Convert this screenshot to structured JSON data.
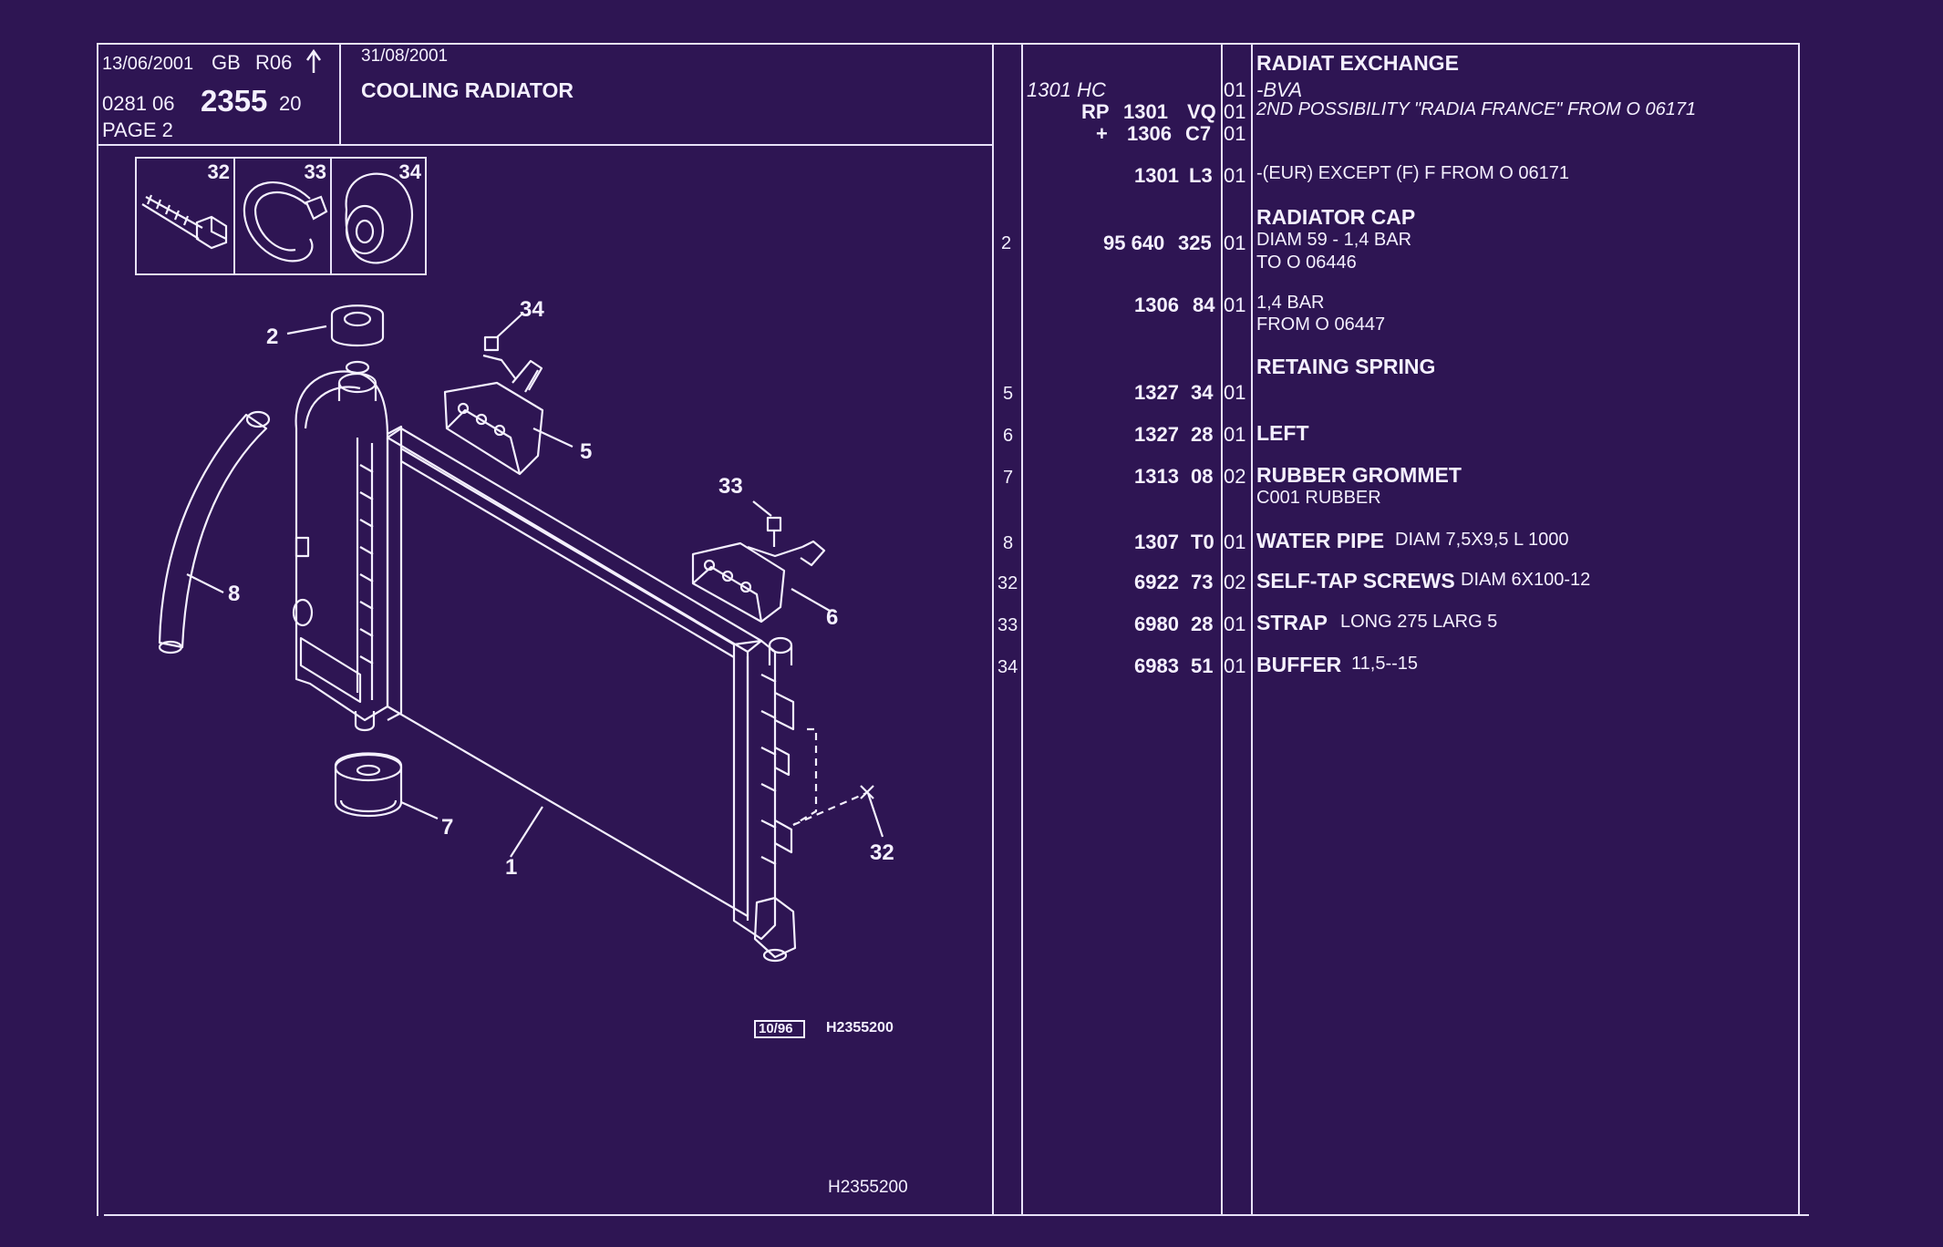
{
  "header": {
    "edition_date": "13/06/2001",
    "lang_code": "GB",
    "revision": "R06",
    "arrow_icon": "up-arrow-icon",
    "update_date": "31/08/2001",
    "catalog_prefix": "0281 06",
    "group_number": "2355",
    "group_suffix": "20",
    "page_label": "PAGE 2",
    "section_title": "COOLING RADIATOR"
  },
  "inset_parts": [
    {
      "label": "32",
      "icon": "screw-icon"
    },
    {
      "label": "33",
      "icon": "strap-icon"
    },
    {
      "label": "34",
      "icon": "buffer-icon"
    }
  ],
  "diagram": {
    "callouts": [
      "1",
      "2",
      "5",
      "6",
      "7",
      "8",
      "32",
      "33",
      "34"
    ],
    "date_box": "10/96",
    "ref_code": "H2355200",
    "footer_ref": "H2355200"
  },
  "rows": [
    {
      "ref": "",
      "prefix": "",
      "part": "",
      "sub": "",
      "qty": "",
      "heading": "RADIAT EXCHANGE",
      "desc": ""
    },
    {
      "ref": "",
      "prefix": "",
      "part": "1301 HC",
      "sub": "",
      "qty": "01",
      "heading": "",
      "desc": "-BVA"
    },
    {
      "ref": "",
      "prefix": "RP",
      "part": "1301",
      "sub": "VQ",
      "qty": "01",
      "heading": "",
      "desc": "2ND POSSIBILITY \"RADIA FRANCE\" FROM O 06171"
    },
    {
      "ref": "",
      "prefix": "+",
      "part": "1306",
      "sub": "C7",
      "qty": "01",
      "heading": "",
      "desc": ""
    },
    {
      "ref": "",
      "prefix": "",
      "part": "1301",
      "sub": "L3",
      "qty": "01",
      "heading": "",
      "desc": "-(EUR) EXCEPT (F) F FROM O 06171"
    },
    {
      "ref": "",
      "prefix": "",
      "part": "",
      "sub": "",
      "qty": "",
      "heading": "RADIATOR CAP",
      "desc": ""
    },
    {
      "ref": "2",
      "prefix": "",
      "part": "95 640",
      "sub": "325",
      "qty": "01",
      "heading": "",
      "desc": "DIAM 59 - 1,4 BAR"
    },
    {
      "ref": "",
      "prefix": "",
      "part": "",
      "sub": "",
      "qty": "",
      "heading": "",
      "desc": "TO O 06446"
    },
    {
      "ref": "",
      "prefix": "",
      "part": "1306",
      "sub": "84",
      "qty": "01",
      "heading": "",
      "desc": "1,4 BAR"
    },
    {
      "ref": "",
      "prefix": "",
      "part": "",
      "sub": "",
      "qty": "",
      "heading": "",
      "desc": "FROM O 06447"
    },
    {
      "ref": "",
      "prefix": "",
      "part": "",
      "sub": "",
      "qty": "",
      "heading": "RETAING SPRING",
      "desc": ""
    },
    {
      "ref": "5",
      "prefix": "",
      "part": "1327",
      "sub": "34",
      "qty": "01",
      "heading": "",
      "desc": ""
    },
    {
      "ref": "6",
      "prefix": "",
      "part": "1327",
      "sub": "28",
      "qty": "01",
      "heading": "LEFT",
      "desc": ""
    },
    {
      "ref": "7",
      "prefix": "",
      "part": "1313",
      "sub": "08",
      "qty": "02",
      "heading": "RUBBER GROMMET",
      "desc": ""
    },
    {
      "ref": "",
      "prefix": "",
      "part": "",
      "sub": "",
      "qty": "",
      "heading": "",
      "desc": "C001 RUBBER"
    },
    {
      "ref": "8",
      "prefix": "",
      "part": "1307",
      "sub": "T0",
      "qty": "01",
      "heading": "WATER PIPE",
      "desc": "DIAM 7,5X9,5 L 1000"
    },
    {
      "ref": "32",
      "prefix": "",
      "part": "6922",
      "sub": "73",
      "qty": "02",
      "heading": "SELF-TAP SCREWS",
      "desc": "DIAM 6X100-12"
    },
    {
      "ref": "33",
      "prefix": "",
      "part": "6980",
      "sub": "28",
      "qty": "01",
      "heading": "STRAP",
      "desc": "LONG 275 LARG 5"
    },
    {
      "ref": "34",
      "prefix": "",
      "part": "6983",
      "sub": "51",
      "qty": "01",
      "heading": "BUFFER",
      "desc": "11,5--15"
    }
  ],
  "colors": {
    "background": "#2e1553",
    "ink": "#f4f0ff"
  }
}
